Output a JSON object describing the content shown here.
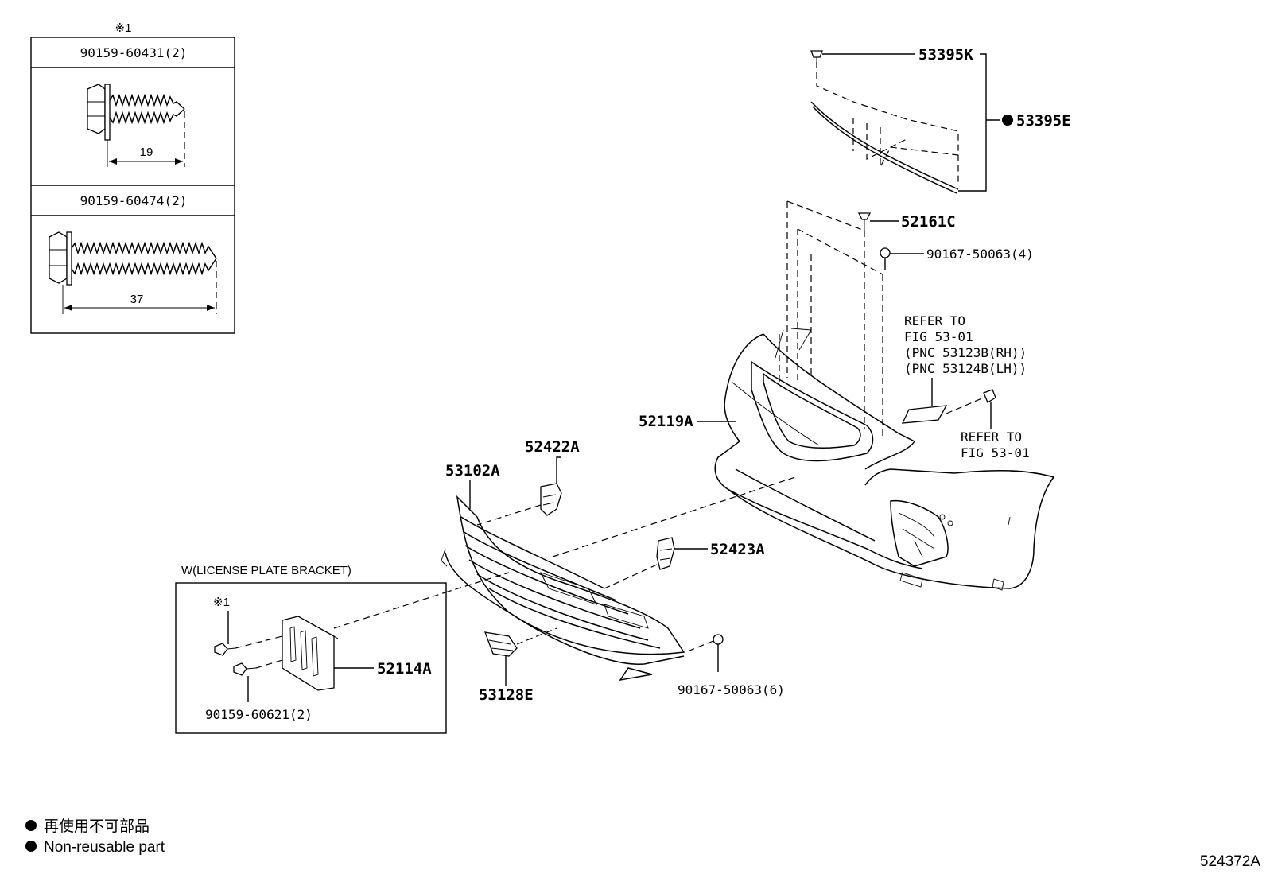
{
  "screw_table": {
    "mark": "※1",
    "screw_a": {
      "part_no": "90159-60431(2)",
      "dim": "19"
    },
    "screw_b": {
      "part_no": "90159-60474(2)",
      "dim": "37"
    }
  },
  "callouts": {
    "p53395K": "53395K",
    "p53395E": "53395E",
    "p52161C": "52161C",
    "p90167_4": "90167-50063(4)",
    "refer_block_1": "REFER TO",
    "refer_block_2": "FIG 53-01",
    "refer_block_3": "(PNC 53123B(RH))",
    "refer_block_4": "(PNC 53124B(LH))",
    "p52119A": "52119A",
    "refer2_1": "REFER TO",
    "refer2_2": "FIG 53-01",
    "p52422A": "52422A",
    "p53102A": "53102A",
    "p52423A": "52423A",
    "p53128E": "53128E",
    "p90167_6": "90167-50063(6)",
    "p52114A": "52114A",
    "p90159_2": "90159-60621(2)",
    "inset_mark": "※1"
  },
  "inset": {
    "title": "W(LICENSE PLATE BRACKET)"
  },
  "legend": {
    "jp": "再使用不可部品",
    "en": "Non-reusable part"
  },
  "figure_id": "524372A",
  "colors": {
    "ink": "#000000",
    "paper": "#ffffff"
  }
}
